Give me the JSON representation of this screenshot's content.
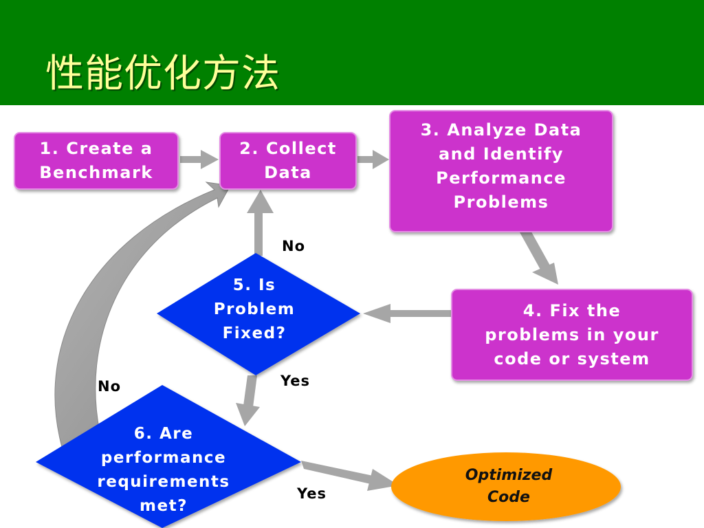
{
  "slide": {
    "title": "性能优化方法"
  },
  "flowchart": {
    "step1": "1. Create a\nBenchmark",
    "step2": "2. Collect\nData",
    "step3": "3. Analyze Data\nand Identify\nPerformance\nProblems",
    "step4": "4. Fix the\nproblems in your\ncode or system",
    "decision5": "5. Is\nProblem\nFixed?",
    "decision6": "6. Are\nperformance\nrequirements\nmet?",
    "result": "Optimized\nCode",
    "labels": {
      "no_5": "No",
      "yes_5": "Yes",
      "no_6": "No",
      "yes_6": "Yes"
    }
  },
  "colors": {
    "header": "#008000",
    "title_text": "#ffff99",
    "process_box": "#cc33cc",
    "decision": "#0033ee",
    "result_oval": "#ff9900",
    "arrow": "#a6a6a6"
  }
}
